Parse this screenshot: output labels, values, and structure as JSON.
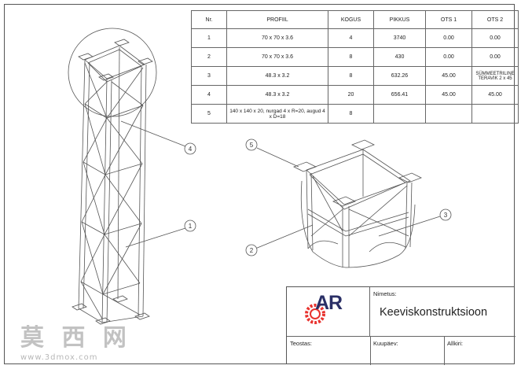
{
  "bom": {
    "headers": [
      "Nr.",
      "PROFIIL",
      "KOGUS",
      "PIKKUS",
      "OTS 1",
      "OTS 2"
    ],
    "rows": [
      {
        "nr": "1",
        "profile": "70 x 70 x 3.6",
        "qty": "4",
        "length": "3740",
        "end1": "0.00",
        "end2": "0.00"
      },
      {
        "nr": "2",
        "profile": "70 x 70 x 3.6",
        "qty": "8",
        "length": "430",
        "end1": "0.00",
        "end2": "0.00"
      },
      {
        "nr": "3",
        "profile": "48.3 x 3.2",
        "qty": "8",
        "length": "632.26",
        "end1": "45.00",
        "end2": "SÜMMEETRILINE TERAVIK 2 x 45"
      },
      {
        "nr": "4",
        "profile": "48.3 x 3.2",
        "qty": "20",
        "length": "656.41",
        "end1": "45.00",
        "end2": "45.00"
      },
      {
        "nr": "5",
        "profile": "140 x 140 x 20, nurgad 4 x R=20, augud 4 x D=18",
        "qty": "8",
        "length": "",
        "end1": "",
        "end2": ""
      }
    ]
  },
  "callouts": {
    "c1": "1",
    "c2": "2",
    "c3": "3",
    "c4": "4",
    "c5": "5"
  },
  "titleblock": {
    "logo_text": "AR",
    "name_label": "Nimetus:",
    "name_value": "Keeviskonstruktsioon",
    "designer_label": "Teostas:",
    "date_label": "Kuupäev:",
    "signature_label": "Allkiri:"
  },
  "watermark": {
    "text": "莫 西 网",
    "url": "www.3dmox.com"
  },
  "colors": {
    "logo_blue": "#2a2f66",
    "logo_red": "#e8322e",
    "line": "#555555"
  }
}
